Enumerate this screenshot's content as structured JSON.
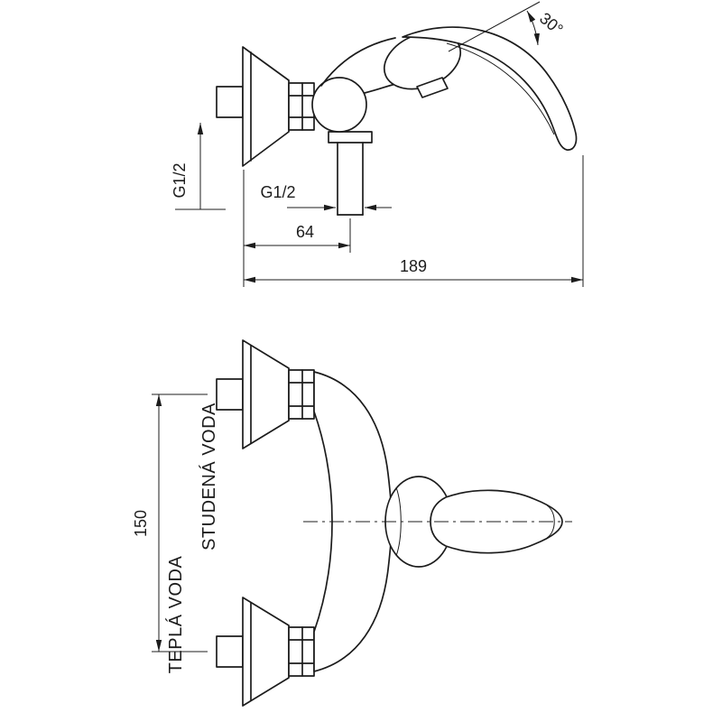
{
  "drawing": {
    "side_view": {
      "angle_dim": "30°",
      "wall_thread_dim": "G1/2",
      "outlet_thread_dim": "G1/2",
      "outlet_offset_dim": "64",
      "overall_depth_dim": "189"
    },
    "front_view": {
      "inlet_spacing_dim": "150",
      "cold_water_label": "STUDENÁ VODA",
      "hot_water_label": "TEPLÁ VODA"
    },
    "colors": {
      "line": "#1c1c1c",
      "background": "#ffffff"
    }
  }
}
